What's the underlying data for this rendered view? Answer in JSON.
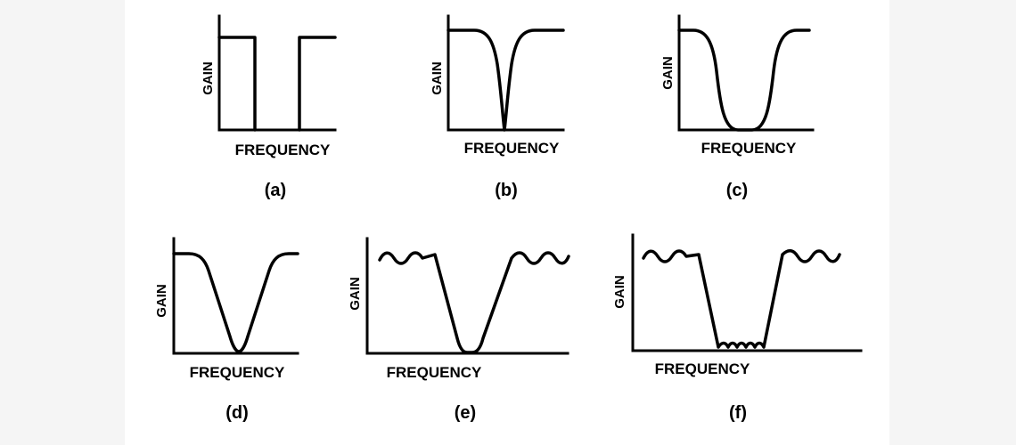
{
  "panels": [
    {
      "id": "a",
      "caption": "(a)",
      "xlabel": "FREQUENCY",
      "ylabel": "GAIN",
      "shape": "ideal-notch"
    },
    {
      "id": "b",
      "caption": "(b)",
      "xlabel": "FREQUENCY",
      "ylabel": "GAIN",
      "shape": "sharp-notch"
    },
    {
      "id": "c",
      "caption": "(c)",
      "xlabel": "FREQUENCY",
      "ylabel": "GAIN",
      "shape": "wide-stopband"
    },
    {
      "id": "d",
      "caption": "(d)",
      "xlabel": "FREQUENCY",
      "ylabel": "GAIN",
      "shape": "v-notch"
    },
    {
      "id": "e",
      "caption": "(e)",
      "xlabel": "FREQUENCY",
      "ylabel": "GAIN",
      "shape": "ripple-passband-notch"
    },
    {
      "id": "f",
      "caption": "(f)",
      "xlabel": "FREQUENCY",
      "ylabel": "GAIN",
      "shape": "ripple-passband-and-stopband"
    }
  ],
  "colors": {
    "line": "#000000",
    "background": "#ffffff"
  }
}
